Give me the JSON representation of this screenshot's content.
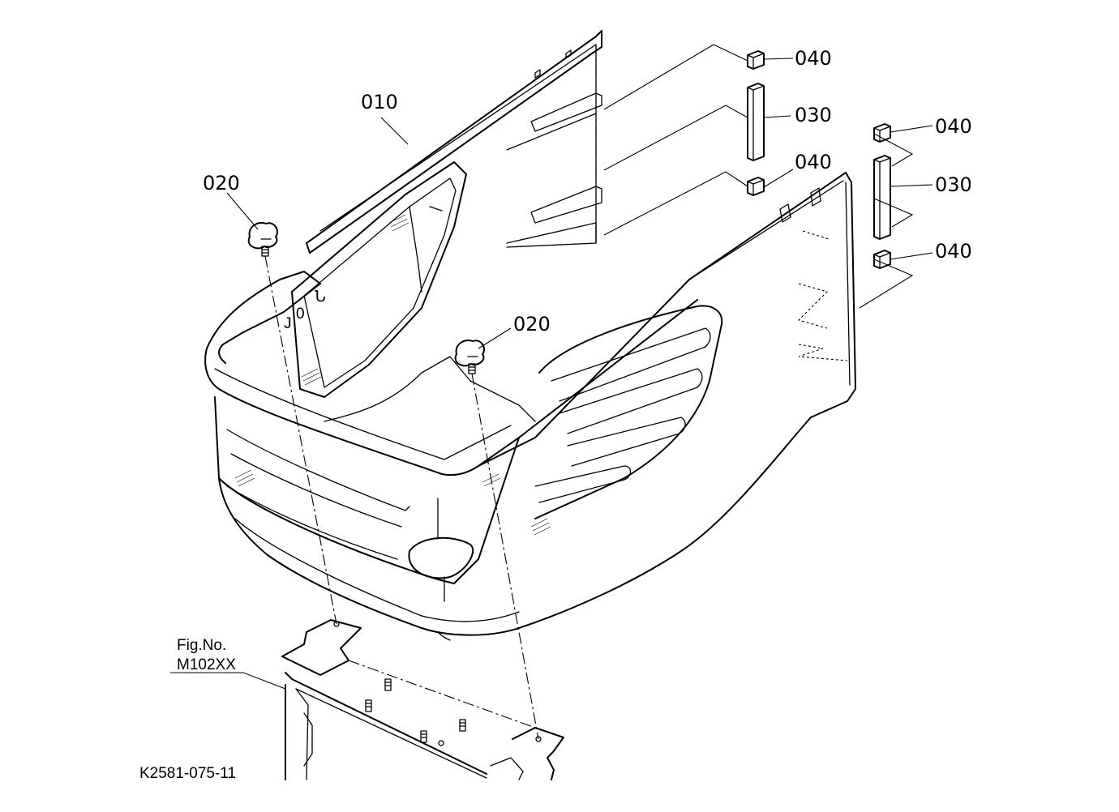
{
  "parts": [
    {
      "id": "hood-label",
      "text": "010"
    },
    {
      "id": "knob-label-left",
      "text": "020"
    },
    {
      "id": "knob-label-right",
      "text": "020"
    },
    {
      "id": "strip-label-upper",
      "text": "030"
    },
    {
      "id": "strip-label-lower",
      "text": "030"
    },
    {
      "id": "pad-label-1",
      "text": "040"
    },
    {
      "id": "pad-label-2",
      "text": "040"
    },
    {
      "id": "pad-label-3",
      "text": "040"
    },
    {
      "id": "pad-label-4",
      "text": "040"
    }
  ],
  "reference": {
    "fig_prefix": "Fig.No.",
    "fig_number": "M102XX"
  },
  "drawing_code": "K2581-075-11"
}
